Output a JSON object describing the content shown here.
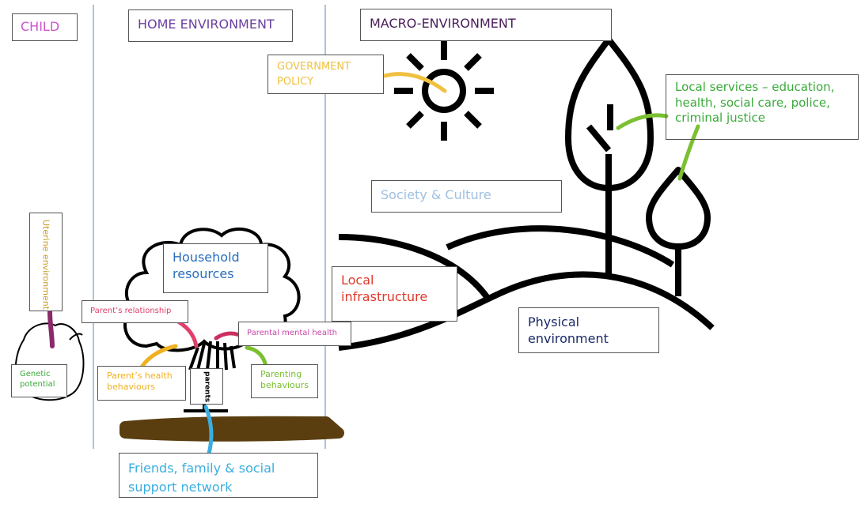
{
  "colors": {
    "child": "#cc55cc",
    "home": "#6a3fa0",
    "macro": "#4a1e5a",
    "government": "#f0c040",
    "local_services": "#3aaa3a",
    "society": "#9fc0e0",
    "household": "#2a6ebc",
    "local_infrastructure": "#e0392b",
    "physical": "#1a2a6a",
    "uterine": "#c89a20",
    "genetic": "#3aaa3a",
    "parents_relationship": "#e0406a",
    "parental_mental_health": "#cc44aa",
    "parents_health": "#f0b020",
    "parenting_behaviours": "#7ac030",
    "friends_family": "#3aaee0",
    "root": "#5a3e10",
    "outline": "#000000",
    "divider": "#5a8ab0"
  },
  "sections": {
    "child": "CHILD",
    "home": "HOME ENVIRONMENT",
    "macro": "MACRO-ENVIRONMENT"
  },
  "labels": {
    "government_policy": [
      "GOVERNMENT",
      "POLICY"
    ],
    "local_services": [
      "Local services – education,",
      "health, social care, police,",
      "criminal justice"
    ],
    "society_culture": "Society & Culture",
    "household_resources": [
      "Household",
      "resources"
    ],
    "local_infrastructure": [
      "Local",
      "infrastructure"
    ],
    "physical_environment": [
      "Physical",
      "environment"
    ],
    "uterine_environment": "Uterine environment",
    "genetic_potential": [
      "Genetic",
      "potential"
    ],
    "parents_relationship": "Parent’s relationship",
    "parental_mental_health": "Parental mental health",
    "parents_health_behaviours": [
      "Parent’s health",
      "behaviours"
    ],
    "parents": "parents",
    "parenting_behaviours": [
      "Parenting",
      "behaviours"
    ],
    "friends_family_support": [
      "Friends, family & social",
      "support network"
    ]
  }
}
